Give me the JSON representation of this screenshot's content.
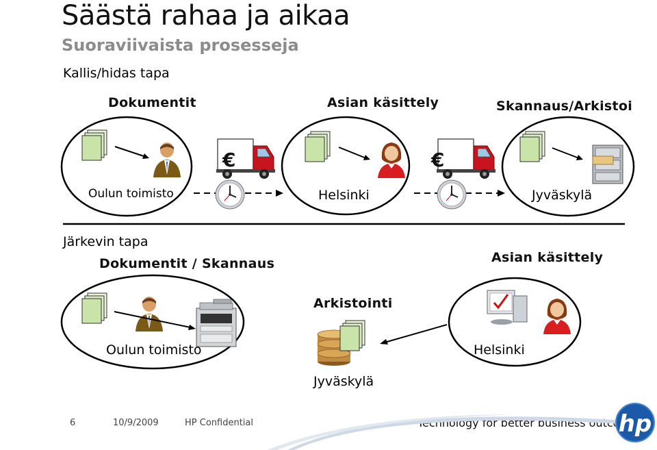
{
  "slide": {
    "title": "Säästä rahaa ja aikaa",
    "subtitle": "Suoraviivaista prosesseja"
  },
  "old_way": {
    "heading": "Kallis/hidas tapa",
    "stages": [
      {
        "label": "Dokumentit",
        "place": "Oulun toimisto"
      },
      {
        "label": "Asian käsittely",
        "place": "Helsinki"
      },
      {
        "label": "Skannaus/Arkistoi",
        "place": "Jyväskylä"
      }
    ],
    "euro_symbol": "€"
  },
  "new_way": {
    "heading": "Järkevin tapa",
    "scan_label": "Dokumentit / Skannaus",
    "scan_place": "Oulun toimisto",
    "archive_label": "Arkistointi",
    "archive_place": "Jyväskylä",
    "process_label": "Asian käsittely",
    "process_place": "Helsinki"
  },
  "footer": {
    "page_number": "6",
    "date": "10/9/2009",
    "confidential": "HP Confidential",
    "tagline": "Technology for better business outcomes",
    "logo_text": "hp"
  },
  "colors": {
    "subtitle_gray": "#8c8c8c",
    "truck_red": "#c8141e",
    "paper_green": "#c9e3a8",
    "hp_blue": "#1a5aa8"
  }
}
